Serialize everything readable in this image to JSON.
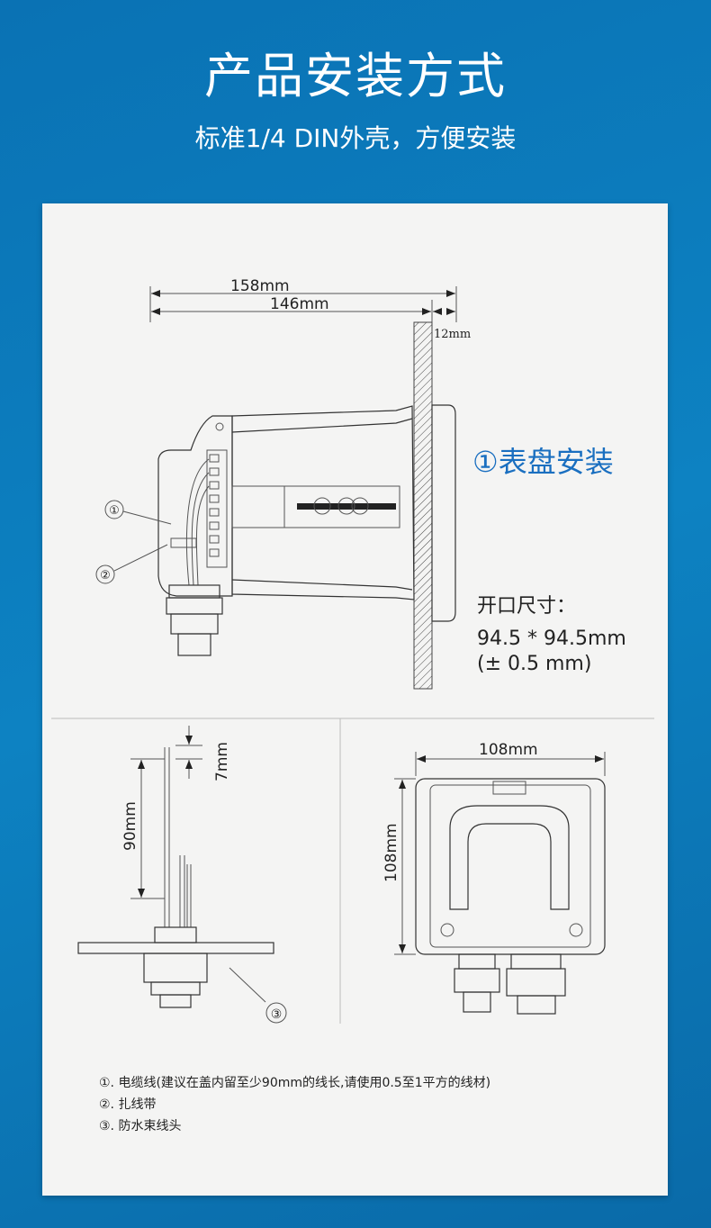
{
  "header": {
    "title": "产品安装方式",
    "subtitle": "标准1/4 DIN外壳，方便安装"
  },
  "side_view": {
    "dim_total": "158mm",
    "dim_body": "146mm",
    "dim_panel": "12mm",
    "callout_1": "①",
    "callout_2": "②",
    "mount_label": "①表盘安装",
    "cutout_title": "开口尺寸：",
    "cutout_size": "94.5 * 94.5mm",
    "cutout_tolerance": "(± 0.5 mm)"
  },
  "wire_view": {
    "dim_wire": "90mm",
    "dim_strip": "7mm",
    "callout_3": "③"
  },
  "back_view": {
    "dim_width": "108mm",
    "dim_height": "108mm"
  },
  "notes": [
    "①. 电缆线(建议在盖内留至少90mm的线长,请使用0.5至1平方的线材)",
    "②. 扎线带",
    "③. 防水束线头"
  ],
  "colors": {
    "background": "#0a78b8",
    "accent": "#1a6fc0",
    "panel": "#f4f4f3"
  }
}
